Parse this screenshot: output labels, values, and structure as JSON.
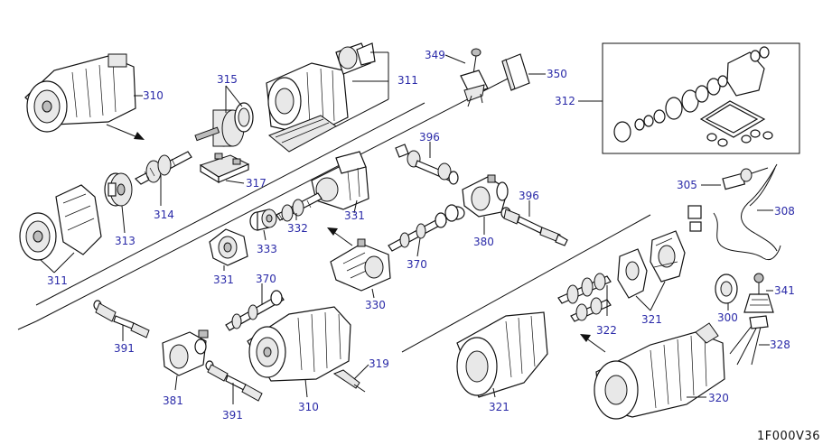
{
  "diagram": {
    "callouts": {
      "c310a": "310",
      "c311a": "311",
      "c315": "315",
      "c317": "317",
      "c314": "314",
      "c313": "313",
      "c311b": "311",
      "c349": "349",
      "c350": "350",
      "c312": "312",
      "c396a": "396",
      "c396b": "396",
      "c331a": "331",
      "c332": "332",
      "c333": "333",
      "c331b": "331",
      "c370a": "370",
      "c380": "380",
      "c370b": "370",
      "c330": "330",
      "c305": "305",
      "c308": "308",
      "c341": "341",
      "c300": "300",
      "c321a": "321",
      "c322": "322",
      "c328": "328",
      "c391a": "391",
      "c381": "381",
      "c391b": "391",
      "c310b": "310",
      "c319": "319",
      "c321b": "321",
      "c320": "320"
    },
    "diagram_code": "1F000V36"
  }
}
